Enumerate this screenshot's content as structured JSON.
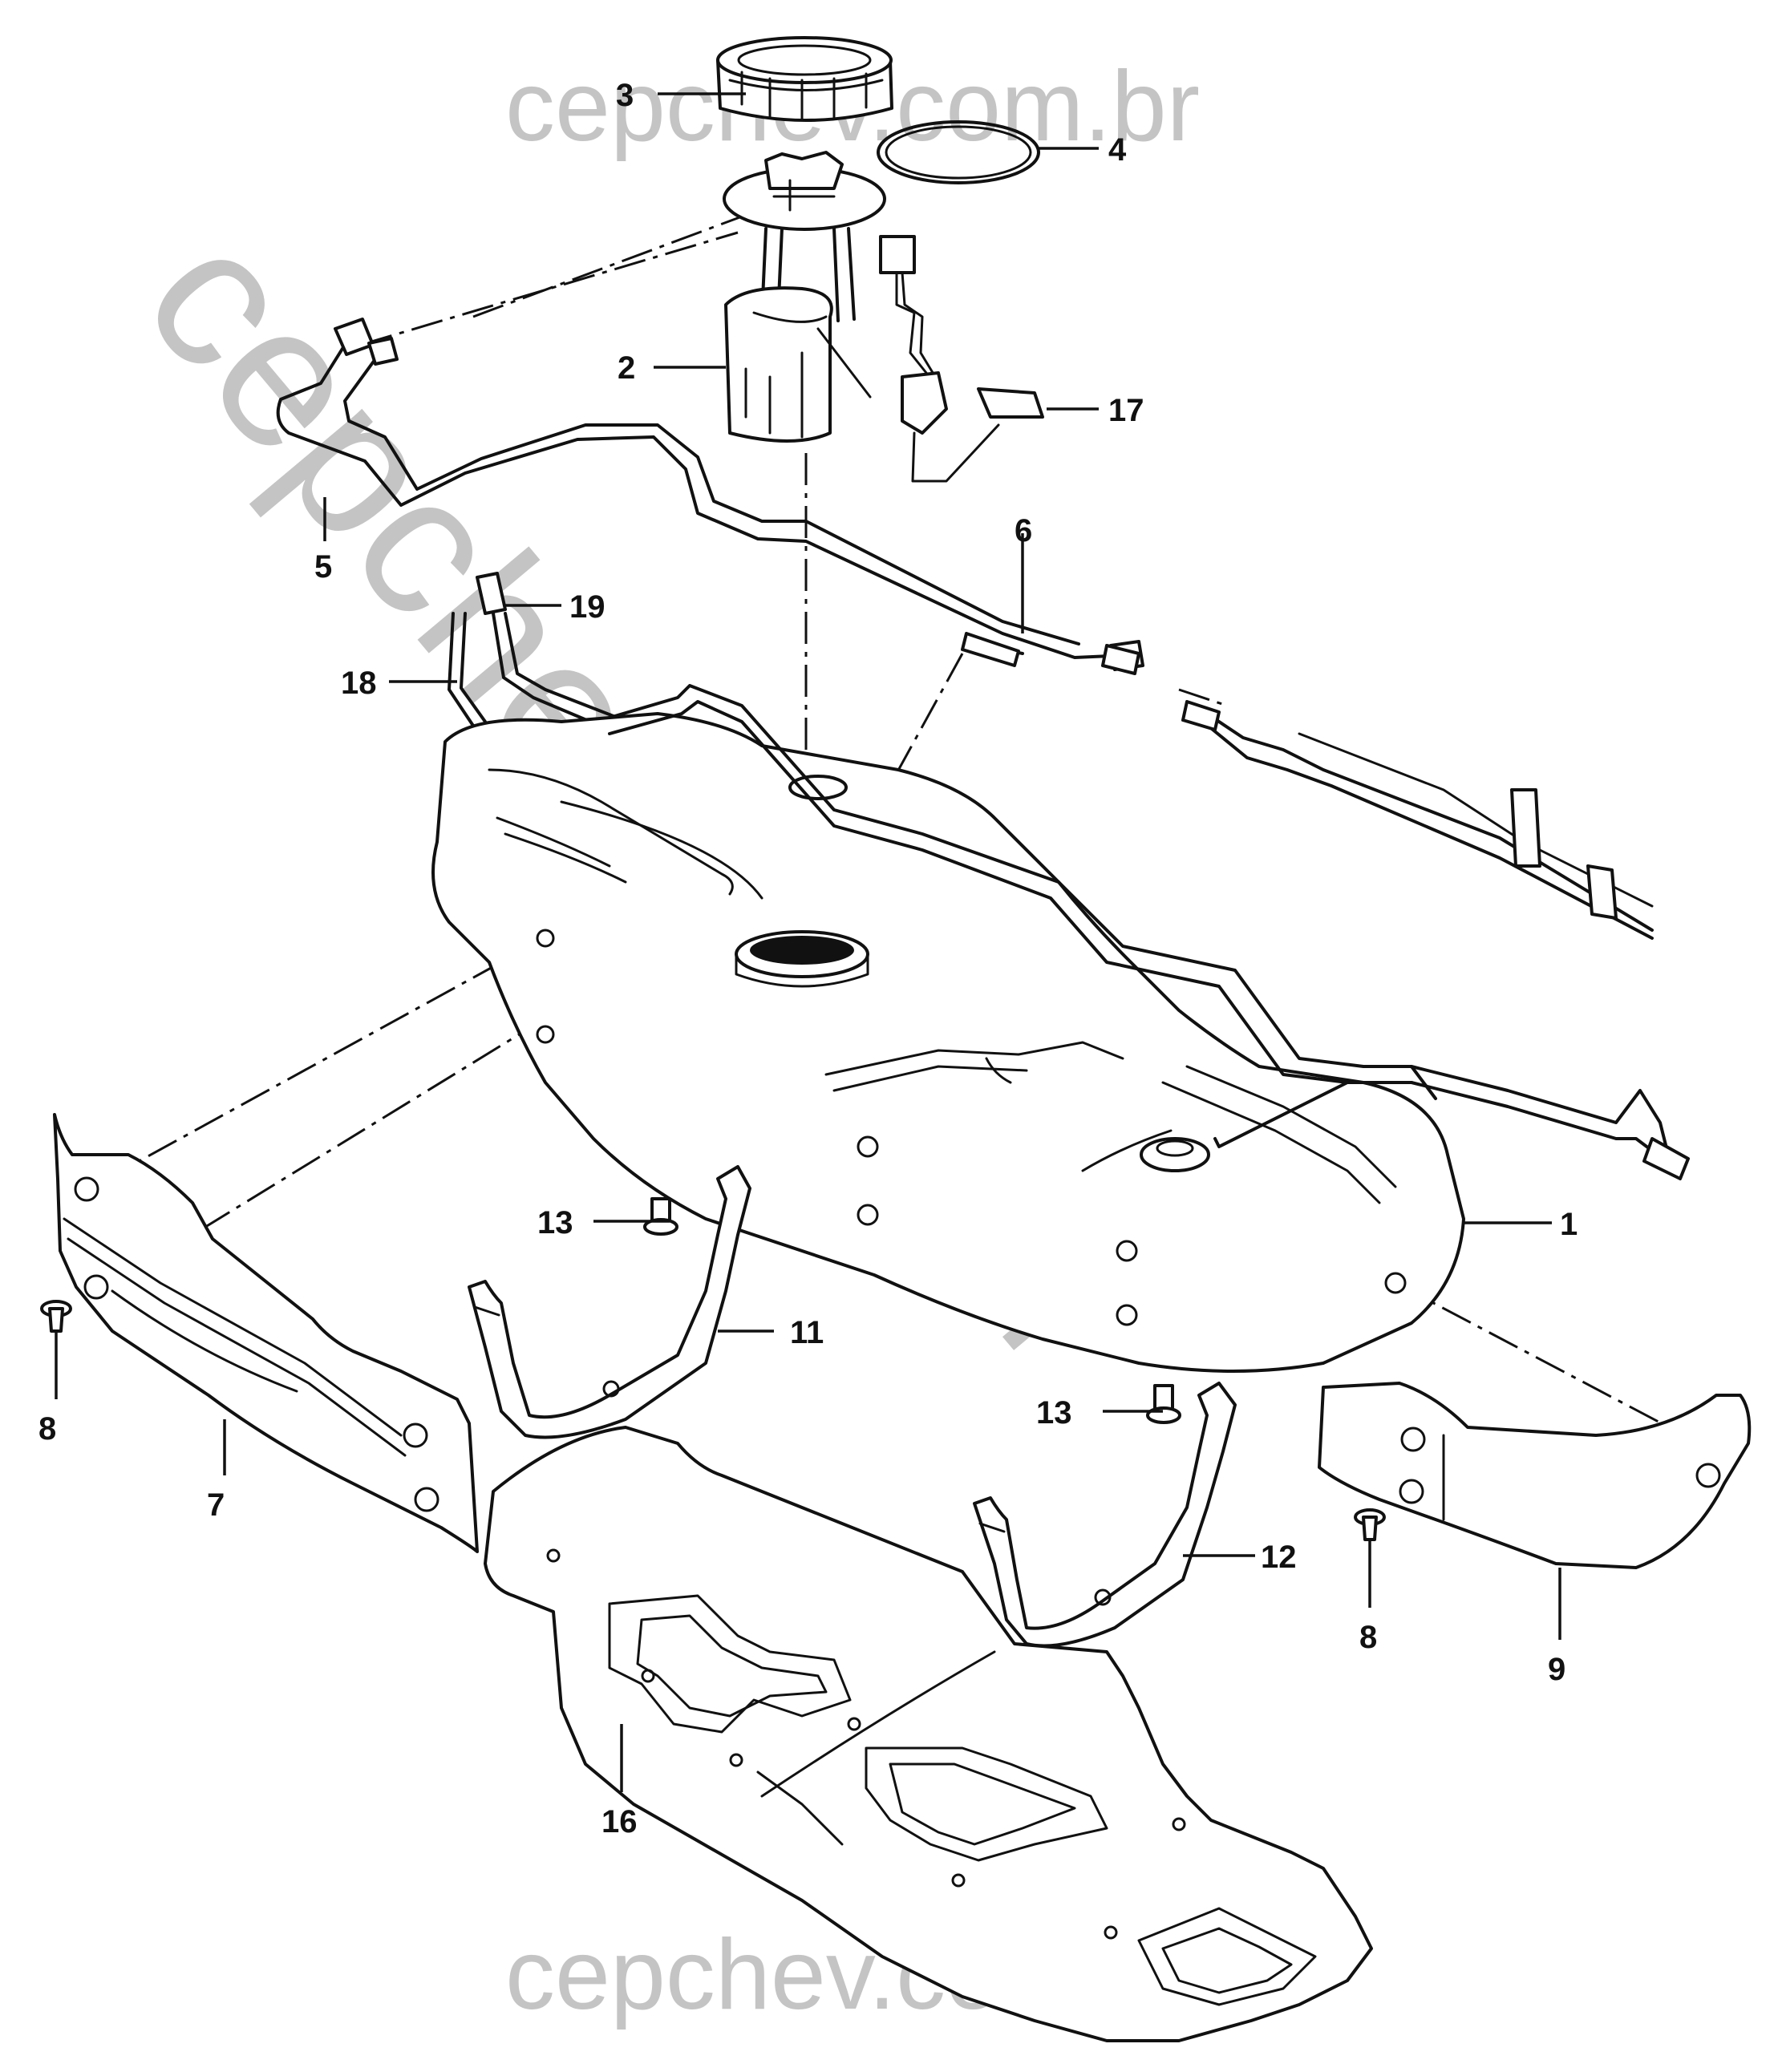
{
  "watermark": {
    "top": "cepchev.com.br",
    "bottom": "cepchev.com.br",
    "diagonal": "cepchev.com.br"
  },
  "callouts": {
    "p1": "1",
    "p2": "2",
    "p3": "3",
    "p4": "4",
    "p5": "5",
    "p6": "6",
    "p7": "7",
    "p8a": "8",
    "p8b": "8",
    "p9": "9",
    "p11": "11",
    "p12": "12",
    "p13a": "13",
    "p13b": "13",
    "p16": "16",
    "p17": "17",
    "p18": "18",
    "p19": "19"
  }
}
